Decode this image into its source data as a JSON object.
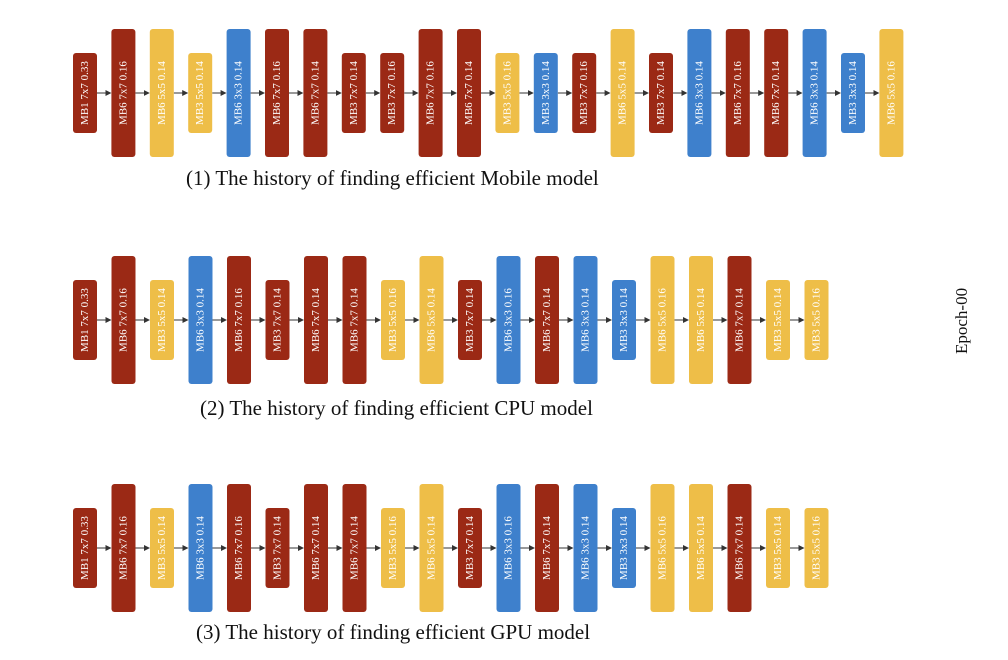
{
  "colors": {
    "MB1": "#9b2915",
    "MB6_7x7": "#9b2915",
    "MB3_7x7": "#9b2915",
    "red": "#9b2915",
    "yellow": "#eebe48",
    "blue": "#3e80cc",
    "arrow": "#333333"
  },
  "side_label": "Epoch-00",
  "diagrams": [
    {
      "caption": "(1) The history of finding efficient Mobile model",
      "blocks": [
        {
          "label": "MB1 7x7 0.33",
          "color": "red",
          "size": "small"
        },
        {
          "label": "MB6 7x7 0.16",
          "color": "red",
          "size": "large"
        },
        {
          "label": "MB6 5x5 0.14",
          "color": "yellow",
          "size": "large"
        },
        {
          "label": "MB3 5x5 0.14",
          "color": "yellow",
          "size": "small"
        },
        {
          "label": "MB6 3x3 0.14",
          "color": "blue",
          "size": "large"
        },
        {
          "label": "MB6 7x7 0.16",
          "color": "red",
          "size": "large"
        },
        {
          "label": "MB6 7x7 0.14",
          "color": "red",
          "size": "large"
        },
        {
          "label": "MB3 7x7 0.14",
          "color": "red",
          "size": "small"
        },
        {
          "label": "MB3 7x7 0.16",
          "color": "red",
          "size": "small"
        },
        {
          "label": "MB6 7x7 0.16",
          "color": "red",
          "size": "large"
        },
        {
          "label": "MB6 7x7 0.14",
          "color": "red",
          "size": "large"
        },
        {
          "label": "MB3 5x5 0.16",
          "color": "yellow",
          "size": "small"
        },
        {
          "label": "MB3 3x3 0.14",
          "color": "blue",
          "size": "small"
        },
        {
          "label": "MB3 7x7 0.16",
          "color": "red",
          "size": "small"
        },
        {
          "label": "MB6 5x5 0.14",
          "color": "yellow",
          "size": "large"
        },
        {
          "label": "MB3 7x7 0.14",
          "color": "red",
          "size": "small"
        },
        {
          "label": "MB6 3x3 0.14",
          "color": "blue",
          "size": "large"
        },
        {
          "label": "MB6 7x7 0.16",
          "color": "red",
          "size": "large"
        },
        {
          "label": "MB6 7x7 0.14",
          "color": "red",
          "size": "large"
        },
        {
          "label": "MB6 3x3 0.14",
          "color": "blue",
          "size": "large"
        },
        {
          "label": "MB3 3x3 0.14",
          "color": "blue",
          "size": "small"
        },
        {
          "label": "MB6 5x5 0.16",
          "color": "yellow",
          "size": "large"
        }
      ]
    },
    {
      "caption": "(2) The history of finding efficient CPU model",
      "blocks": [
        {
          "label": "MB1 7x7 0.33",
          "color": "red",
          "size": "small"
        },
        {
          "label": "MB6 7x7 0.16",
          "color": "red",
          "size": "large"
        },
        {
          "label": "MB3 5x5 0.14",
          "color": "yellow",
          "size": "small"
        },
        {
          "label": "MB6 3x3 0.14",
          "color": "blue",
          "size": "large"
        },
        {
          "label": "MB6 7x7 0.16",
          "color": "red",
          "size": "large"
        },
        {
          "label": "MB3 7x7 0.14",
          "color": "red",
          "size": "small"
        },
        {
          "label": "MB6 7x7 0.14",
          "color": "red",
          "size": "large"
        },
        {
          "label": "MB6 7x7 0.14",
          "color": "red",
          "size": "large"
        },
        {
          "label": "MB3 5x5 0.16",
          "color": "yellow",
          "size": "small"
        },
        {
          "label": "MB6 5x5 0.14",
          "color": "yellow",
          "size": "large"
        },
        {
          "label": "MB3 7x7 0.14",
          "color": "red",
          "size": "small"
        },
        {
          "label": "MB6 3x3 0.16",
          "color": "blue",
          "size": "large"
        },
        {
          "label": "MB6 7x7 0.14",
          "color": "red",
          "size": "large"
        },
        {
          "label": "MB6 3x3 0.14",
          "color": "blue",
          "size": "large"
        },
        {
          "label": "MB3 3x3 0.14",
          "color": "blue",
          "size": "small"
        },
        {
          "label": "MB6 5x5 0.16",
          "color": "yellow",
          "size": "large"
        },
        {
          "label": "MB6 5x5 0.14",
          "color": "yellow",
          "size": "large"
        },
        {
          "label": "MB6 7x7 0.14",
          "color": "red",
          "size": "large"
        },
        {
          "label": "MB3 5x5 0.14",
          "color": "yellow",
          "size": "small"
        },
        {
          "label": "MB3 5x5 0.16",
          "color": "yellow",
          "size": "small"
        }
      ]
    },
    {
      "caption": "(3) The history of finding efficient GPU model",
      "blocks": [
        {
          "label": "MB1 7x7 0.33",
          "color": "red",
          "size": "small"
        },
        {
          "label": "MB6 7x7 0.16",
          "color": "red",
          "size": "large"
        },
        {
          "label": "MB3 5x5 0.14",
          "color": "yellow",
          "size": "small"
        },
        {
          "label": "MB6 3x3 0.14",
          "color": "blue",
          "size": "large"
        },
        {
          "label": "MB6 7x7 0.16",
          "color": "red",
          "size": "large"
        },
        {
          "label": "MB3 7x7 0.14",
          "color": "red",
          "size": "small"
        },
        {
          "label": "MB6 7x7 0.14",
          "color": "red",
          "size": "large"
        },
        {
          "label": "MB6 7x7 0.14",
          "color": "red",
          "size": "large"
        },
        {
          "label": "MB3 5x5 0.16",
          "color": "yellow",
          "size": "small"
        },
        {
          "label": "MB6 5x5 0.14",
          "color": "yellow",
          "size": "large"
        },
        {
          "label": "MB3 7x7 0.14",
          "color": "red",
          "size": "small"
        },
        {
          "label": "MB6 3x3 0.16",
          "color": "blue",
          "size": "large"
        },
        {
          "label": "MB6 7x7 0.14",
          "color": "red",
          "size": "large"
        },
        {
          "label": "MB6 3x3 0.14",
          "color": "blue",
          "size": "large"
        },
        {
          "label": "MB3 3x3 0.14",
          "color": "blue",
          "size": "small"
        },
        {
          "label": "MB6 5x5 0.16",
          "color": "yellow",
          "size": "large"
        },
        {
          "label": "MB6 5x5 0.14",
          "color": "yellow",
          "size": "large"
        },
        {
          "label": "MB6 7x7 0.14",
          "color": "red",
          "size": "large"
        },
        {
          "label": "MB3 5x5 0.14",
          "color": "yellow",
          "size": "small"
        },
        {
          "label": "MB3 5x5 0.16",
          "color": "yellow",
          "size": "small"
        }
      ]
    }
  ]
}
